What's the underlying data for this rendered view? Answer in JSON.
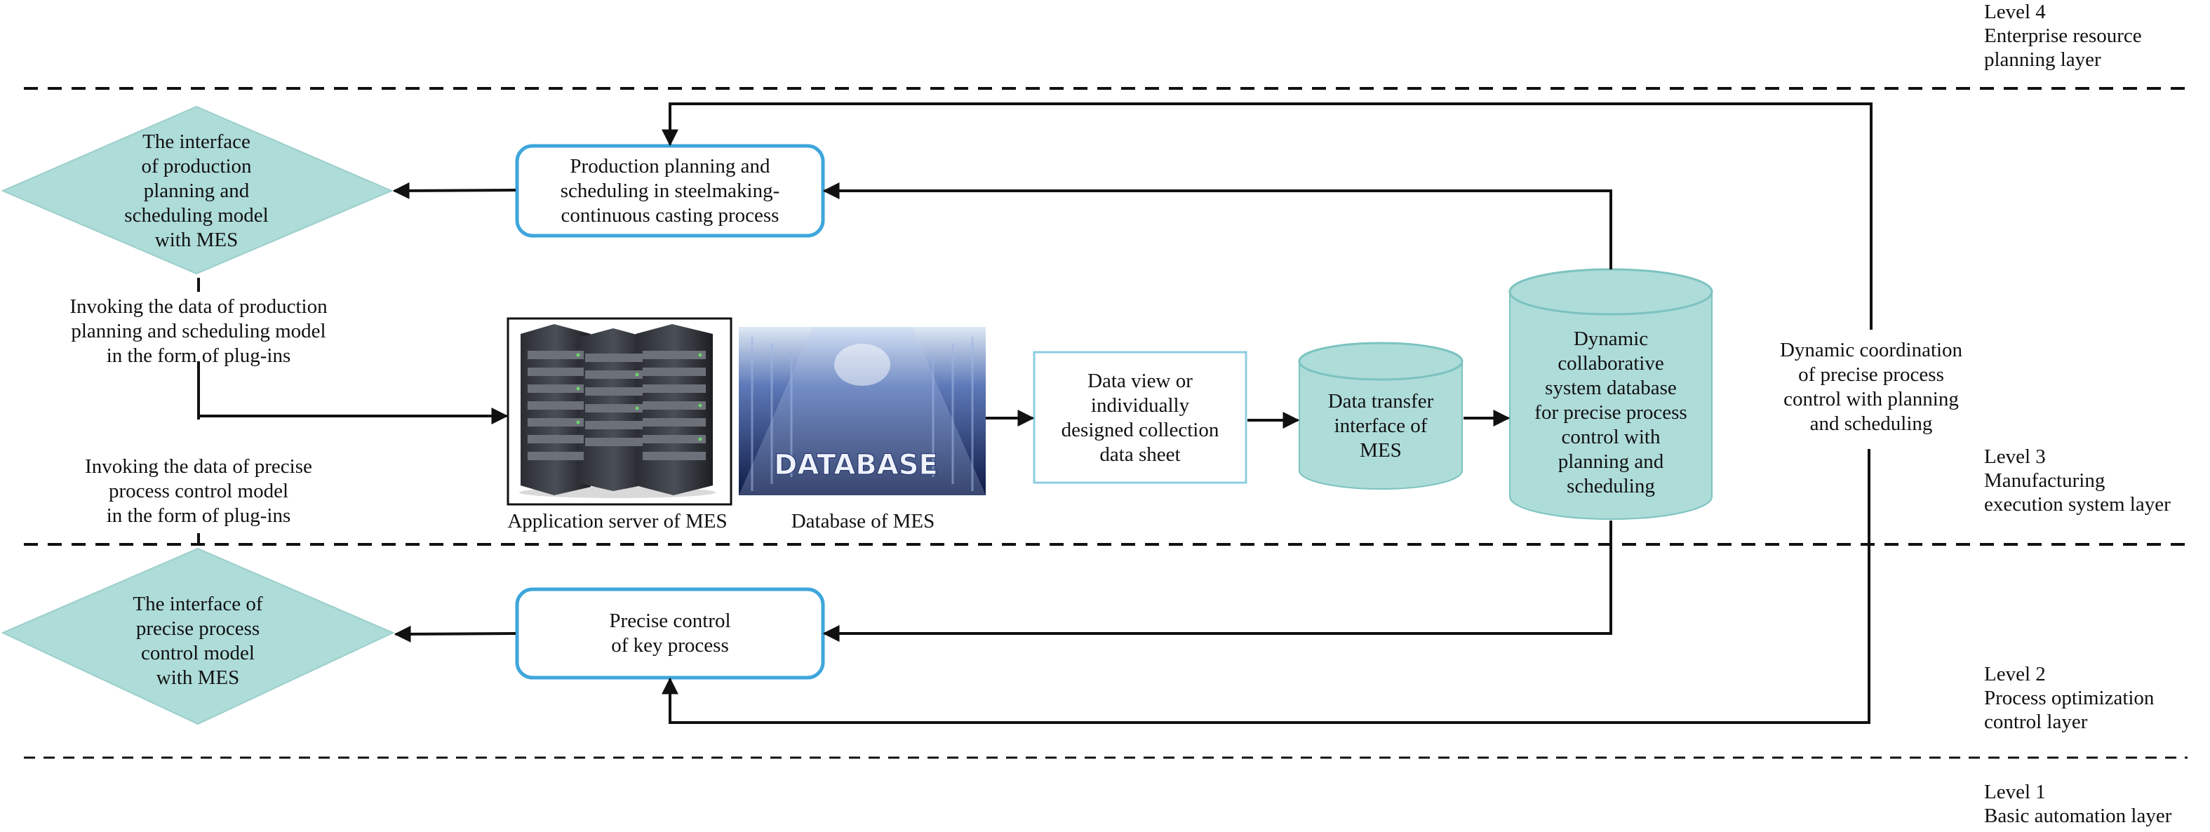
{
  "levels": [
    {
      "name": "Level 4",
      "desc_lines": [
        "Enterprise resource",
        "planning layer"
      ]
    },
    {
      "name": "Level 3",
      "desc_lines": [
        "Manufacturing",
        "execution system layer"
      ]
    },
    {
      "name": "Level 2",
      "desc_lines": [
        "Process optimization",
        "control layer"
      ]
    },
    {
      "name": "Level 1",
      "desc_lines": [
        "Basic automation layer"
      ]
    }
  ],
  "nodes": {
    "pps_interface": [
      "The interface",
      "of production",
      "planning and",
      "scheduling model",
      "with MES"
    ],
    "ppc_interface": [
      "The interface of",
      "precise process",
      "control model",
      "with MES"
    ],
    "pps_process": [
      "Production planning and",
      "scheduling in steelmaking-",
      "continuous casting process"
    ],
    "key_process": [
      "Precise control",
      "of key process"
    ],
    "data_view": [
      "Data view or",
      "individually",
      "designed collection",
      "data sheet"
    ],
    "data_transfer": [
      "Data transfer",
      "interface of",
      "MES"
    ],
    "dynamic_db": [
      "Dynamic",
      "collaborative",
      "system database",
      "for precise process",
      "control with",
      "planning and",
      "scheduling"
    ]
  },
  "labels": {
    "invoke_pps": [
      "Invoking the data of production",
      "planning and scheduling model",
      "in the form of plug-ins"
    ],
    "invoke_ppc": [
      "Invoking the data of precise",
      "process control model",
      "in the form of plug-ins"
    ],
    "app_server": "Application server of MES",
    "database": "Database of MES",
    "database_image_text": "DATABASE",
    "coordination": [
      "Dynamic coordination",
      "of precise process",
      "control with planning",
      "and scheduling"
    ]
  },
  "colors": {
    "teal_fill": "#aedcd9",
    "box_border": "#3ea6dc",
    "line": "#111111"
  }
}
